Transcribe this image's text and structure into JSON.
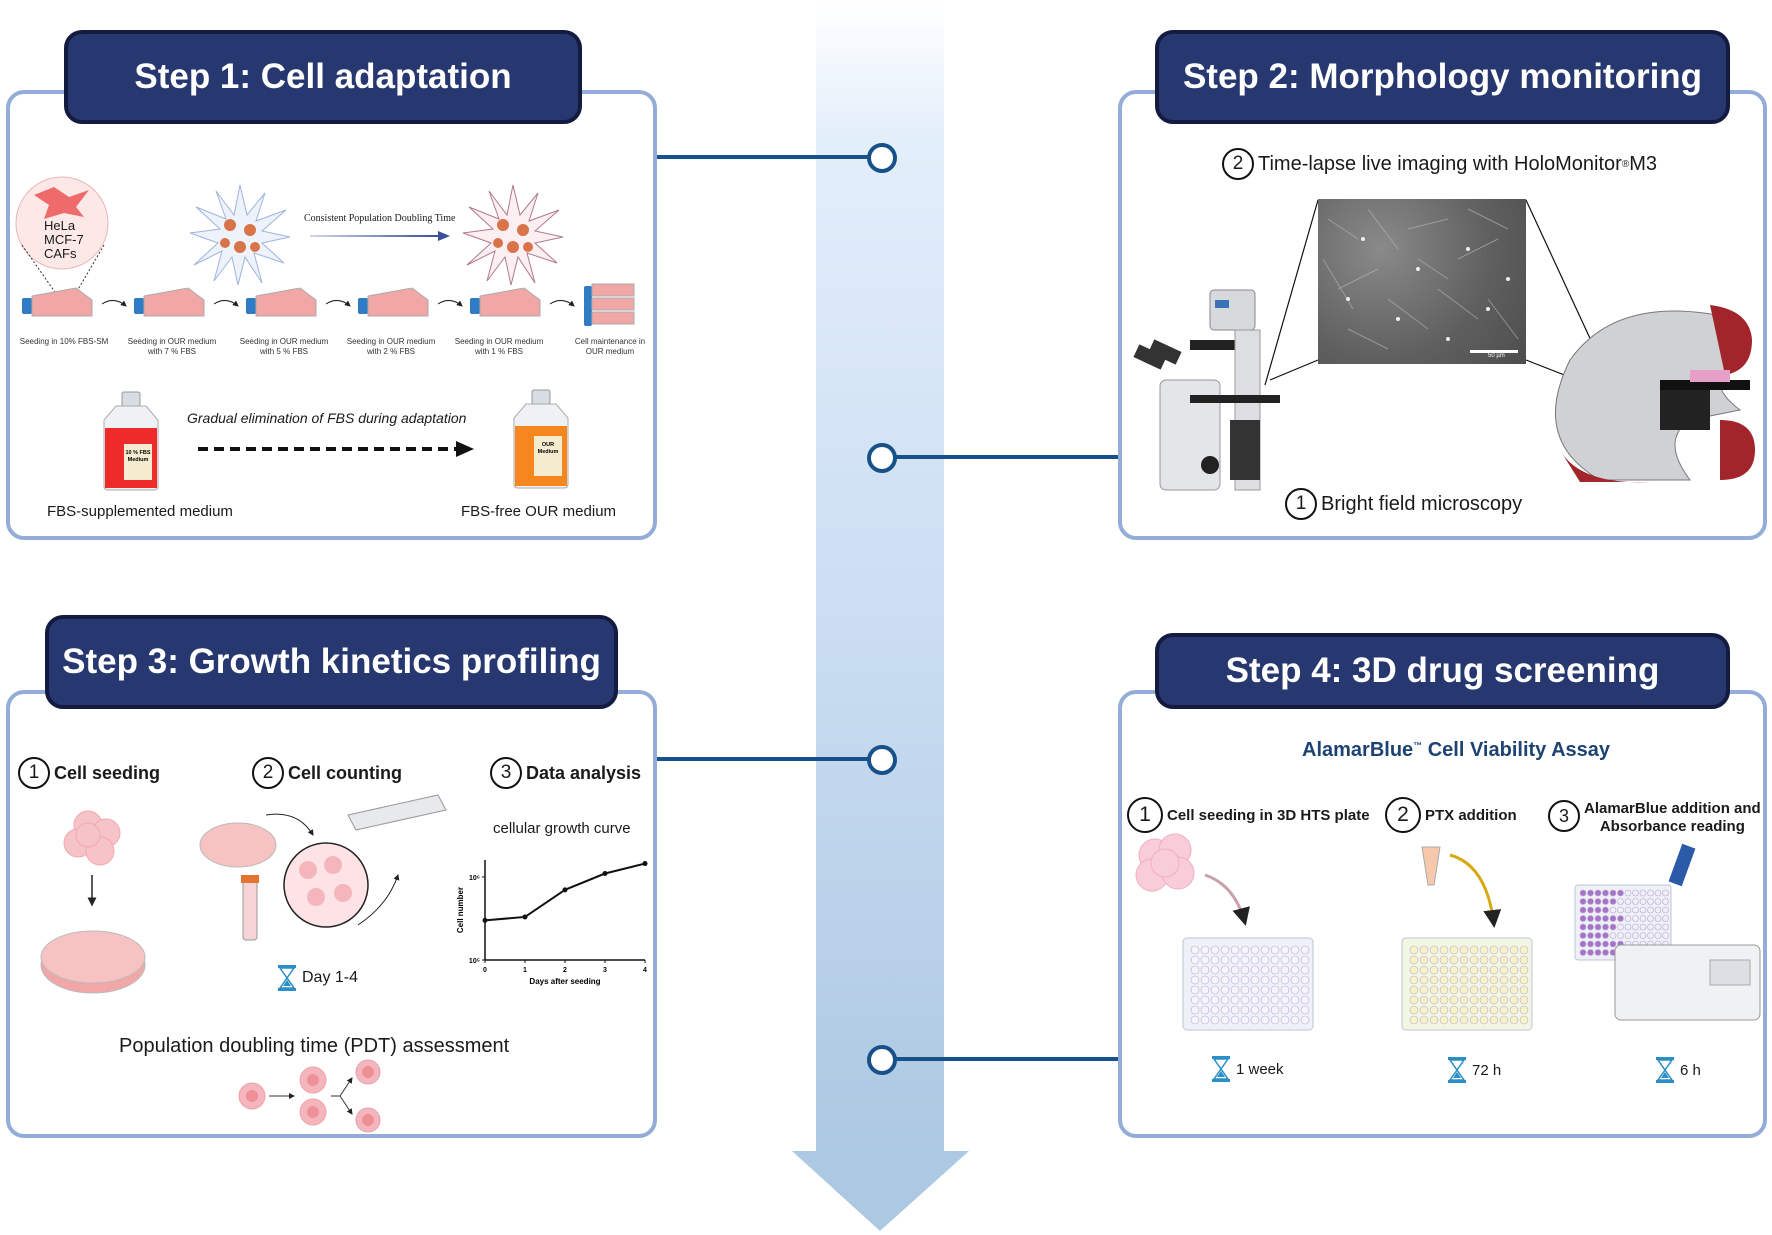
{
  "timeline": {
    "direction": "downward",
    "nodes": 4,
    "colors": {
      "arrow": "#adc8e3",
      "connector": "#18508a"
    }
  },
  "colors": {
    "header_bg": "#27376f",
    "header_border": "#141b40",
    "panel_border": "#94acd8",
    "assay_title": "#1d4373",
    "hourglass": "#2a8fc6"
  },
  "step1": {
    "title": "Step 1: Cell adaptation",
    "cell_lines": [
      "HeLa",
      "MCF-7",
      "CAFs"
    ],
    "pdt_label": "Consistent Population Doubling Time",
    "stages": [
      {
        "line1": "Seeding in 10% FBS-SM",
        "line2": ""
      },
      {
        "line1": "Seeding in OUR medium",
        "line2": "with 7 % FBS"
      },
      {
        "line1": "Seeding in OUR medium",
        "line2": "with 5 % FBS"
      },
      {
        "line1": "Seeding in OUR medium",
        "line2": "with 2 % FBS"
      },
      {
        "line1": "Seeding in OUR medium",
        "line2": "with 1 % FBS"
      },
      {
        "line1": "Cell maintenance in",
        "line2": "OUR medium"
      }
    ],
    "gradual_label": "Gradual elimination of FBS during adaptation",
    "bottle_left": {
      "label_line1": "10 % FBS",
      "label_line2": "Medium",
      "caption": "FBS-supplemented medium"
    },
    "bottle_right": {
      "label_line1": "OUR",
      "label_line2": "Medium",
      "caption": "FBS-free OUR medium"
    }
  },
  "step2": {
    "title": "Step 2: Morphology monitoring",
    "item2_num": "2",
    "item2_text": "Time-lapse live imaging with HoloMonitor",
    "item2_reg": "®",
    "item2_suffix": " M3",
    "item1_num": "1",
    "item1_text": "Bright field microscopy",
    "scale_bar": "50 µm"
  },
  "step3": {
    "title": "Step 3: Growth kinetics profiling",
    "items": [
      {
        "num": "1",
        "label": "Cell seeding"
      },
      {
        "num": "2",
        "label": "Cell counting"
      },
      {
        "num": "3",
        "label": "Data analysis"
      }
    ],
    "duration": "Day 1-4",
    "pdt_label": "Population doubling time (PDT) assessment"
  },
  "step4": {
    "title": "Step 4: 3D drug screening",
    "assay_title": "AlamarBlue",
    "assay_tm": "™",
    "assay_rest": " Cell Viability  Assay",
    "items": [
      {
        "num": "1",
        "label": "Cell seeding in 3D HTS plate",
        "label2": "",
        "duration": "1 week"
      },
      {
        "num": "2",
        "label": "PTX addition",
        "label2": "",
        "duration": "72 h"
      },
      {
        "num": "3",
        "label": "AlamarBlue addition and",
        "label2": "Absorbance reading",
        "duration": "6 h"
      }
    ]
  },
  "chart_data": {
    "type": "line",
    "title": "cellular growth curve",
    "xlabel": "Days after seeding",
    "ylabel": "Cell number",
    "x": [
      0,
      1,
      2,
      3,
      4
    ],
    "series": [
      {
        "name": "cell number",
        "values": [
          300000,
          330000,
          700000,
          1100000,
          1450000
        ]
      }
    ],
    "xticks": [
      "0",
      "1",
      "2",
      "3",
      "4"
    ],
    "yticks": [
      "10⁵",
      "10⁶"
    ],
    "yscale": "log",
    "ylim": [
      100000,
      1600000
    ],
    "xlim": [
      0,
      4
    ],
    "grid": false,
    "legend": "none"
  }
}
